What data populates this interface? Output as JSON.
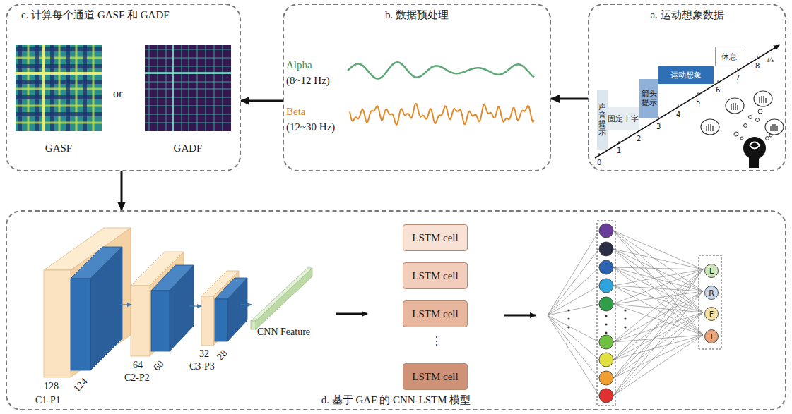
{
  "diagram": {
    "nodes": [
      {
        "text": [
          "c. 计算每个通道 GASF 和 GADF"
        ]
      },
      {
        "text": [
          "GASF"
        ],
        "in": 0
      },
      {
        "text": [
          "GADF"
        ],
        "in": 0
      },
      {
        "text": [
          "b. 数据预处理"
        ]
      },
      {
        "text": [
          "a. 运动想象数据"
        ]
      },
      {
        "text": [
          "声音提示"
        ],
        "in": 4
      },
      {
        "text": [
          "固定十字"
        ],
        "in": 4
      },
      {
        "text": [
          "箭头提示"
        ],
        "in": 4
      },
      {
        "text": [
          "运动想象"
        ],
        "in": 4
      },
      {
        "text": [
          "休息"
        ],
        "in": 4
      },
      {
        "text": [
          "d. 基于 GAF 的 CNN-LSTM 模型"
        ]
      },
      {
        "text": [
          "LSTM cell"
        ],
        "in": 10
      },
      {
        "text": [
          "LSTM cell"
        ],
        "in": 10
      },
      {
        "text": [
          "LSTM cell"
        ],
        "in": 10
      },
      {
        "text": [
          "LSTM cell"
        ],
        "in": 10
      },
      {
        "text": [
          "L"
        ],
        "in": 10
      },
      {
        "text": [
          "R"
        ],
        "in": 10
      },
      {
        "text": [
          "F"
        ],
        "in": 10
      },
      {
        "text": [
          "T"
        ],
        "in": 10
      }
    ],
    "edges": [
      {
        "from": 4,
        "to": 3,
        "arrow": "to"
      },
      {
        "from": 3,
        "to": 0,
        "arrow": "to"
      },
      {
        "from": 0,
        "to": 10,
        "arrow": "to"
      }
    ],
    "labels": [
      "or",
      "Alpha",
      "(8~12 Hz)",
      "Beta",
      "(12~30 Hz)",
      "t/s",
      "0",
      "1",
      "2",
      "3",
      "4",
      "5",
      "6",
      "7",
      "8",
      "128",
      "124",
      "C1-P1",
      "64",
      "60",
      "C2-P2",
      "32",
      "28",
      "C3-P3",
      "CNN Feature",
      "⋮"
    ]
  }
}
